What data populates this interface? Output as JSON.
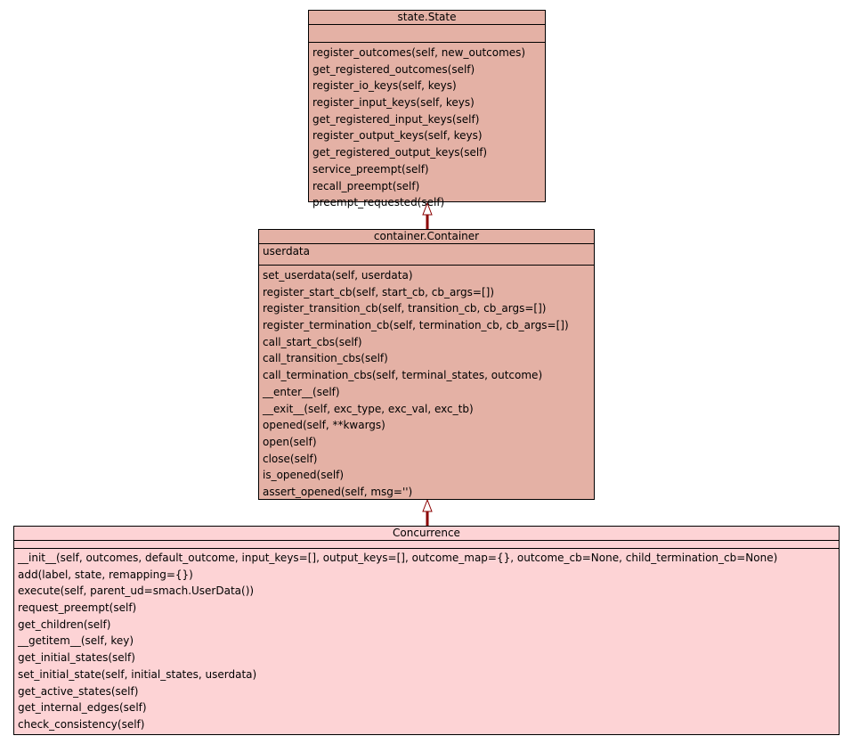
{
  "colors": {
    "state_fill": "#e4b1a5",
    "container_fill": "#e4b1a5",
    "concurrence_fill": "#fdd3d5",
    "edge": "#8b0000",
    "border": "#000000"
  },
  "classes": {
    "state": {
      "name": "state.State",
      "attributes": [],
      "methods": [
        "register_outcomes(self, new_outcomes)",
        "get_registered_outcomes(self)",
        "register_io_keys(self, keys)",
        "register_input_keys(self, keys)",
        "get_registered_input_keys(self)",
        "register_output_keys(self, keys)",
        "get_registered_output_keys(self)",
        "service_preempt(self)",
        "recall_preempt(self)",
        "preempt_requested(self)"
      ]
    },
    "container": {
      "name": "container.Container",
      "attributes": [
        "userdata"
      ],
      "methods": [
        "set_userdata(self, userdata)",
        "register_start_cb(self, start_cb, cb_args=[])",
        "register_transition_cb(self, transition_cb, cb_args=[])",
        "register_termination_cb(self, termination_cb, cb_args=[])",
        "call_start_cbs(self)",
        "call_transition_cbs(self)",
        "call_termination_cbs(self, terminal_states, outcome)",
        "__enter__(self)",
        "__exit__(self, exc_type, exc_val, exc_tb)",
        "opened(self, **kwargs)",
        "open(self)",
        "close(self)",
        "is_opened(self)",
        "assert_opened(self, msg='')"
      ]
    },
    "concurrence": {
      "name": "Concurrence",
      "attributes": [],
      "methods": [
        "__init__(self, outcomes, default_outcome, input_keys=[], output_keys=[], outcome_map={}, outcome_cb=None, child_termination_cb=None)",
        "add(label, state, remapping={})",
        "execute(self, parent_ud=smach.UserData())",
        "request_preempt(self)",
        "get_children(self)",
        "__getitem__(self, key)",
        "get_initial_states(self)",
        "set_initial_state(self, initial_states, userdata)",
        "get_active_states(self)",
        "get_internal_edges(self)",
        "check_consistency(self)"
      ]
    }
  },
  "relations": [
    {
      "from": "container.Container",
      "to": "state.State",
      "type": "inheritance"
    },
    {
      "from": "Concurrence",
      "to": "container.Container",
      "type": "inheritance"
    }
  ]
}
